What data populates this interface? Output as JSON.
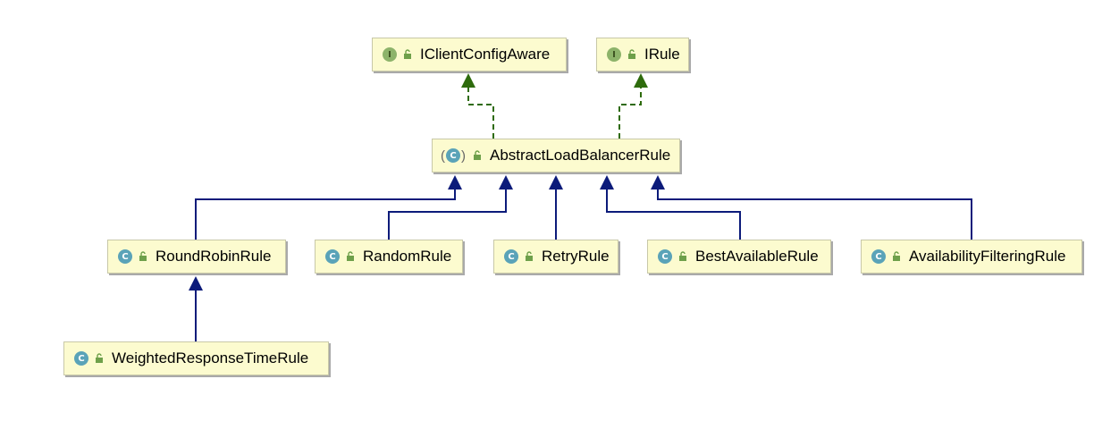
{
  "diagram": {
    "interfaces": [
      {
        "id": "iclientconfigaware",
        "badge": "I",
        "label": "IClientConfigAware"
      },
      {
        "id": "irule",
        "badge": "I",
        "label": "IRule"
      }
    ],
    "abstract_class": {
      "id": "abstractloadbalancerrule",
      "badge": "C",
      "label": "AbstractLoadBalancerRule"
    },
    "subclasses": [
      {
        "id": "roundrobinrule",
        "badge": "C",
        "label": "RoundRobinRule"
      },
      {
        "id": "randomrule",
        "badge": "C",
        "label": "RandomRule"
      },
      {
        "id": "retryrule",
        "badge": "C",
        "label": "RetryRule"
      },
      {
        "id": "bestavailablerule",
        "badge": "C",
        "label": "BestAvailableRule"
      },
      {
        "id": "availabilityfilteringrule",
        "badge": "C",
        "label": "AvailabilityFilteringRule"
      }
    ],
    "leaf": {
      "id": "weightedresponsetimerule",
      "badge": "C",
      "label": "WeightedResponseTimeRule"
    },
    "relations": {
      "implements_color": "#2e6b0c",
      "extends_color": "#0c1b7a"
    }
  }
}
